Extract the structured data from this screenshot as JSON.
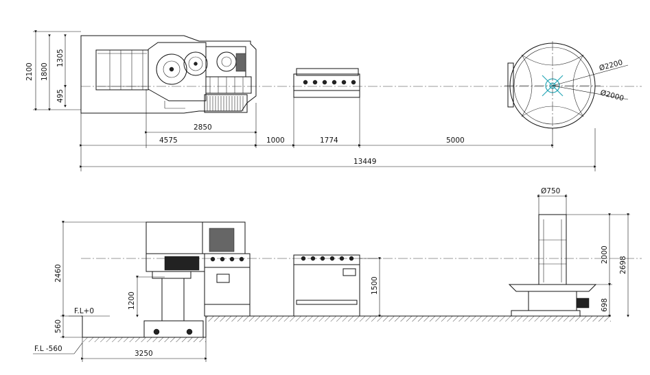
{
  "plan_view": {
    "dims": {
      "height_2100": "2100",
      "height_1800": "1800",
      "height_1305": "1305",
      "height_495": "495",
      "len_2850": "2850",
      "len_4575": "4575",
      "len_1000": "1000",
      "len_1774": "1774",
      "len_5000": "5000",
      "len_13449": "13449",
      "dia_2200": "Ø2200",
      "dia_2000": "Ø2000"
    }
  },
  "elevation_view": {
    "dims": {
      "dia_750": "Ø750",
      "height_2460": "2460",
      "height_1200": "1200",
      "height_1500": "1500",
      "height_2000": "2000",
      "height_2698": "2698",
      "height_698": "698",
      "height_560": "560",
      "len_3250": "3250"
    },
    "labels": {
      "floor_level_0": "F.L+0",
      "floor_level_minus": "F.L -560"
    }
  }
}
